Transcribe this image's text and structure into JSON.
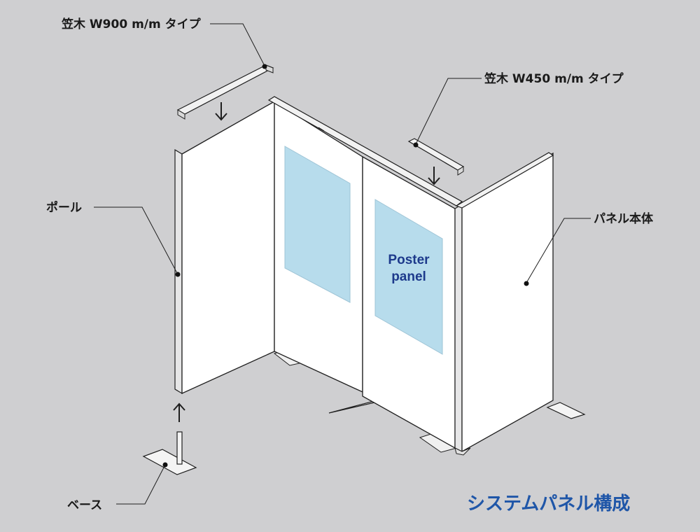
{
  "labels": {
    "kasagi_900": "笠木 W900 m/m タイプ",
    "kasagi_450": "笠木 W450 m/m タイプ",
    "pole": "ポール",
    "panel_body": "パネル本体",
    "base": "ベース",
    "poster_line1": "Poster",
    "poster_line2": "panel"
  },
  "title": "システムパネル構成",
  "colors": {
    "background": "#cfcfd1",
    "panel_face": "#ffffff",
    "panel_edge": "#e9e9ea",
    "outline": "#1f1f1f",
    "poster": "#b7dcec",
    "title": "#1f56a8",
    "poster_text": "#1d3a8c"
  },
  "icons": {
    "arrow_down": "arrow-down-icon",
    "arrow_up": "arrow-up-icon"
  }
}
